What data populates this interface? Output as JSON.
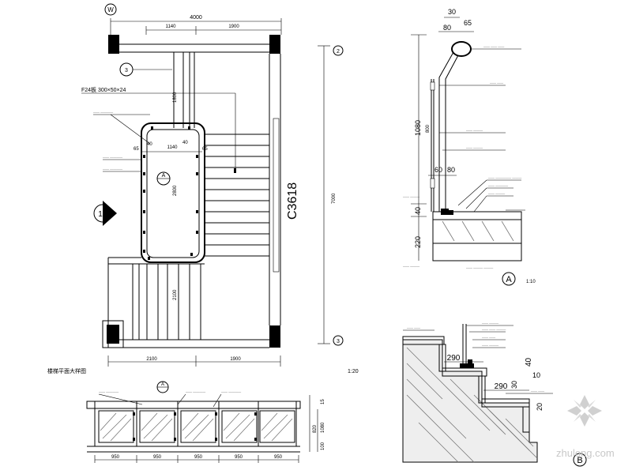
{
  "plan": {
    "dim_top_total": "4000",
    "dim_top_a": "1140",
    "dim_top_b": "1900",
    "dim_mid_w": "1140",
    "dim_65": "65",
    "dim_40_a": "40",
    "dim_40_b": "40",
    "dim_65_b": "65",
    "dim_1800": "1800",
    "dim_2800": "2800",
    "dim_2100_v": "2100",
    "dim_7000": "7000",
    "dim_bottom_a": "2100",
    "dim_bottom_b": "1900",
    "stair_code": "C3618",
    "spec_note": "F24板 300×50×24",
    "callout_a": "3",
    "callout_b": "A",
    "section_mark": "1",
    "axis_top": "W",
    "axis_right_top": "2",
    "axis_right_bottom": "3",
    "caption": "楼梯平面大样图",
    "scale": "1:20"
  },
  "elevation": {
    "panel_widths": [
      "950",
      "950",
      "950",
      "950",
      "950"
    ],
    "callout": "A",
    "dim_15": "15",
    "dim_820": "820",
    "dim_1080": "1080",
    "dim_100": "100"
  },
  "detail_a": {
    "dim_30": "30",
    "dim_80": "80",
    "dim_65": "65",
    "dim_1080": "1080",
    "dim_800": "800",
    "dim_60": "60",
    "dim_80b": "80",
    "dim_40": "40",
    "dim_220": "220",
    "label": "A",
    "scale": "1:10"
  },
  "detail_b": {
    "dim_290a": "290",
    "dim_290b": "290",
    "dim_40": "40",
    "dim_10": "10",
    "dim_30": "30",
    "dim_20": "20",
    "label": "B"
  },
  "watermark": "zhulong.com"
}
